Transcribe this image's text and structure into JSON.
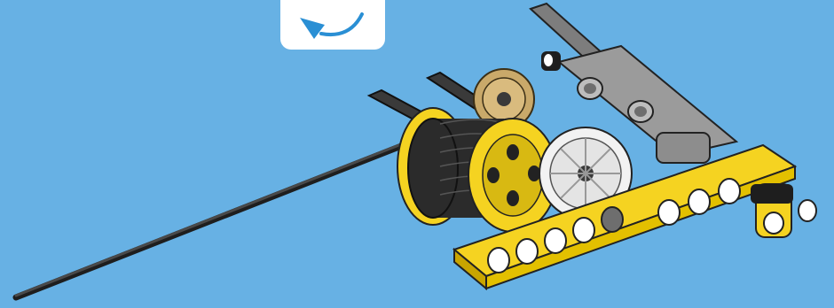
{
  "instruction": {
    "icon": "rotate-counterclockwise-arrow-icon",
    "arrow_color": "#2a8fd4"
  },
  "scene": {
    "background_color": "#67b1e4",
    "parts": [
      "yellow-beam",
      "black-thread-spool",
      "yellow-wheel-hub",
      "white-gear",
      "tan-gear",
      "gray-beam-frame",
      "black-axles",
      "long-rod"
    ],
    "colors": {
      "beam_yellow": "#f5d321",
      "thread_black": "#2b2b2b",
      "gear_white": "#f2f2f2",
      "gear_tan": "#c9a96a",
      "frame_gray": "#8d8d8d",
      "rod": "#3a3a3a"
    }
  }
}
